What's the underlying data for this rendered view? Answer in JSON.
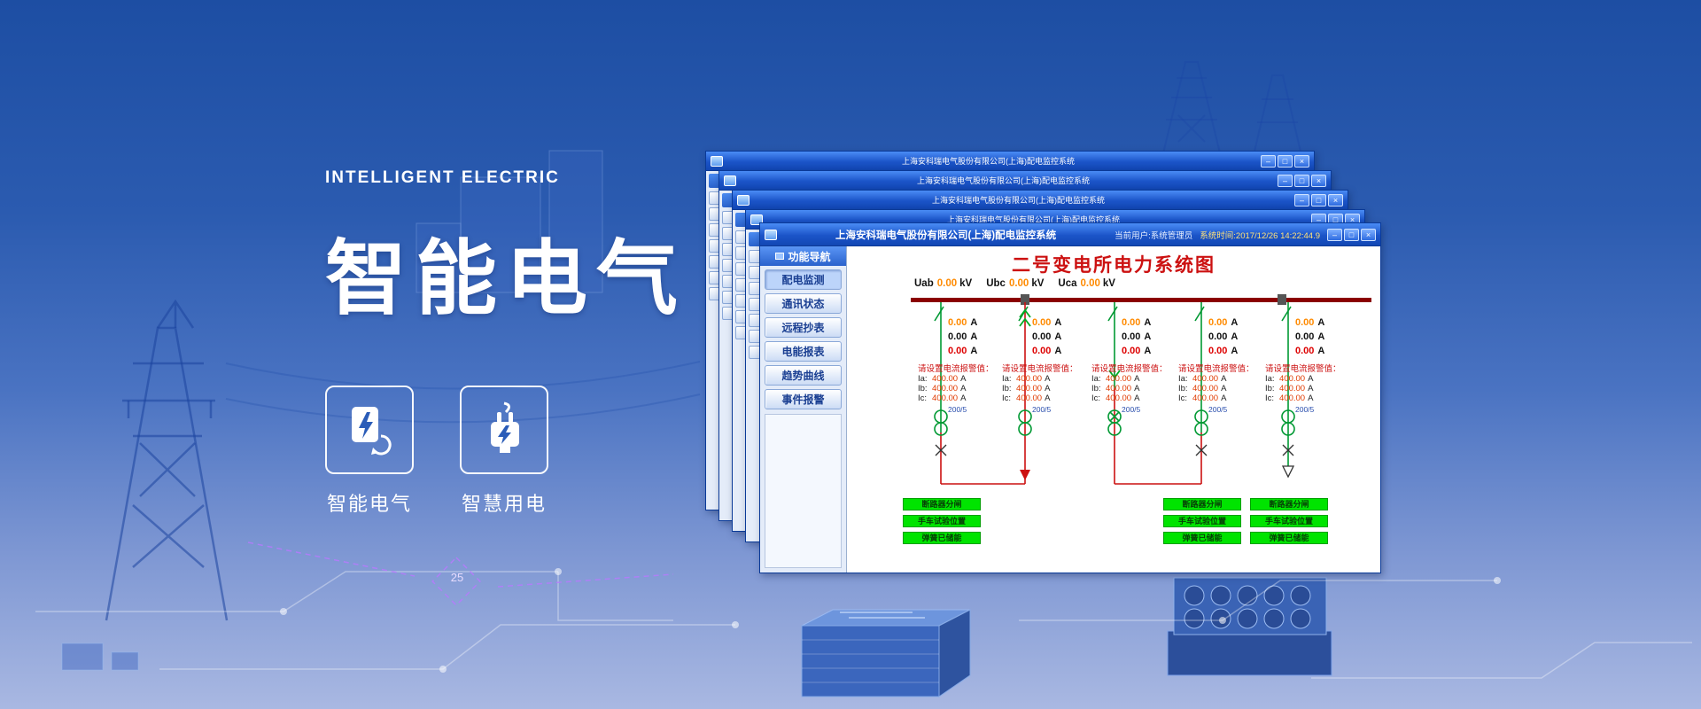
{
  "hero": {
    "kicker": "INTELLIGENT ELECTRIC",
    "title": "智能电气",
    "features": [
      {
        "label": "智能电气"
      },
      {
        "label": "智慧用电"
      }
    ],
    "decoration_label": "25"
  },
  "colors": {
    "accent_blue": "#1f5fd0",
    "titlebar_blue": "#1b54c8",
    "diagram_red": "#cc1111",
    "bus_red": "#8b0000",
    "symbol_green": "#009933",
    "value_orange": "#ff8a00",
    "status_green": "#00e400"
  },
  "back_windows": [
    {
      "title": "上海安科瑞电气股份有限公司(上海)配电监控系统"
    },
    {
      "title": "上海安科瑞电气股份有限公司(上海)配电监控系统"
    },
    {
      "title": "上海安科瑞电气股份有限公司(上海)配电监控系统"
    },
    {
      "title": "上海安科瑞电气股份有限公司(上海)配电监控系统"
    }
  ],
  "window": {
    "title": "上海安科瑞电气股份有限公司(上海)配电监控系统",
    "user_label": "当前用户:系统管理员",
    "datetime": "系统时间:2017/12/26  14:22:44.9",
    "controls": {
      "minimize": "–",
      "maximize": "□",
      "close": "×"
    },
    "nav": {
      "header": "功能导航",
      "items": [
        "配电监测",
        "通讯状态",
        "远程抄表",
        "电能报表",
        "趋势曲线",
        "事件报警"
      ]
    },
    "diagram": {
      "title": "二号变电所电力系统图",
      "voltages": [
        {
          "label": "Uab",
          "value": "0.00",
          "unit": "kV"
        },
        {
          "label": "Ubc",
          "value": "0.00",
          "unit": "kV"
        },
        {
          "label": "Uca",
          "value": "0.00",
          "unit": "kV"
        }
      ],
      "feeders": [
        {
          "currents": [
            {
              "value": "0.00",
              "unit": "A"
            },
            {
              "value": "0.00",
              "unit": "A"
            },
            {
              "value": "0.00",
              "unit": "A"
            }
          ],
          "alarm": {
            "header": "请设置电流报警值：",
            "lines": [
              {
                "label": "Ia:",
                "value": "400.00",
                "unit": "A"
              },
              {
                "label": "Ib:",
                "value": "400.00",
                "unit": "A"
              },
              {
                "label": "Ic:",
                "value": "400.00",
                "unit": "A"
              }
            ],
            "ct": "200/5"
          }
        },
        {
          "currents": [
            {
              "value": "0.00",
              "unit": "A"
            },
            {
              "value": "0.00",
              "unit": "A"
            },
            {
              "value": "0.00",
              "unit": "A"
            }
          ],
          "alarm": {
            "header": "请设置电流报警值：",
            "lines": [
              {
                "label": "Ia:",
                "value": "400.00",
                "unit": "A"
              },
              {
                "label": "Ib:",
                "value": "400.00",
                "unit": "A"
              },
              {
                "label": "Ic:",
                "value": "400.00",
                "unit": "A"
              }
            ],
            "ct": "200/5"
          }
        },
        {
          "currents": [
            {
              "value": "0.00",
              "unit": "A"
            },
            {
              "value": "0.00",
              "unit": "A"
            },
            {
              "value": "0.00",
              "unit": "A"
            }
          ],
          "alarm": {
            "header": "请设置电流报警值：",
            "lines": [
              {
                "label": "Ia:",
                "value": "400.00",
                "unit": "A"
              },
              {
                "label": "Ib:",
                "value": "400.00",
                "unit": "A"
              },
              {
                "label": "Ic:",
                "value": "400.00",
                "unit": "A"
              }
            ],
            "ct": "200/5"
          }
        },
        {
          "currents": [
            {
              "value": "0.00",
              "unit": "A"
            },
            {
              "value": "0.00",
              "unit": "A"
            },
            {
              "value": "0.00",
              "unit": "A"
            }
          ],
          "alarm": {
            "header": "请设置电流报警值：",
            "lines": [
              {
                "label": "Ia:",
                "value": "400.00",
                "unit": "A"
              },
              {
                "label": "Ib:",
                "value": "400.00",
                "unit": "A"
              },
              {
                "label": "Ic:",
                "value": "400.00",
                "unit": "A"
              }
            ],
            "ct": "200/5"
          }
        },
        {
          "currents": [
            {
              "value": "0.00",
              "unit": "A"
            },
            {
              "value": "0.00",
              "unit": "A"
            },
            {
              "value": "0.00",
              "unit": "A"
            }
          ],
          "alarm": {
            "header": "请设置电流报警值：",
            "lines": [
              {
                "label": "Ia:",
                "value": "400.00",
                "unit": "A"
              },
              {
                "label": "Ib:",
                "value": "400.00",
                "unit": "A"
              },
              {
                "label": "Ic:",
                "value": "400.00",
                "unit": "A"
              }
            ],
            "ct": "200/5"
          }
        }
      ],
      "status_stacks": [
        {
          "boxes": [
            "断路器分闸",
            "手车试验位置",
            "弹簧已储能"
          ]
        },
        {
          "boxes": [
            "断路器分闸",
            "手车试验位置",
            "弹簧已储能"
          ]
        },
        {
          "boxes": [
            "断路器分闸",
            "手车试验位置",
            "弹簧已储能"
          ]
        }
      ]
    }
  }
}
